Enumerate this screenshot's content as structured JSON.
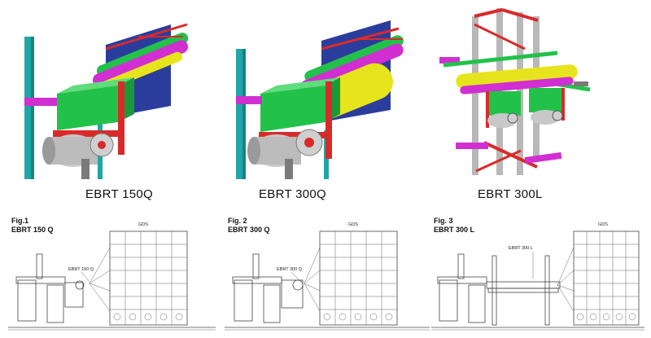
{
  "renders": [
    {
      "caption": "EBRT 150Q"
    },
    {
      "caption": "EBRT 300Q"
    },
    {
      "caption": "EBRT 300L"
    }
  ],
  "drawings": [
    {
      "fig": "Fig.1",
      "model": "EBRT 150 Q",
      "callout": "EBRT 150 Q",
      "gds": "GDS"
    },
    {
      "fig": "Fig. 2",
      "model": "EBRT 300 Q",
      "callout": "EBRT 300 Q",
      "gds": "GDS"
    },
    {
      "fig": "Fig. 3",
      "model": "EBRT 300 L",
      "callout": "EBRT 300 L",
      "gds": "GDS"
    }
  ],
  "colors": {
    "teal": "#20a6a6",
    "green": "#22c24a",
    "blue": "#2b3d9c",
    "magenta": "#d12fd1",
    "red": "#d92a2a",
    "yellow": "#e6e41c",
    "gray": "#c8c8c8",
    "darkgray": "#7a7a7a"
  }
}
